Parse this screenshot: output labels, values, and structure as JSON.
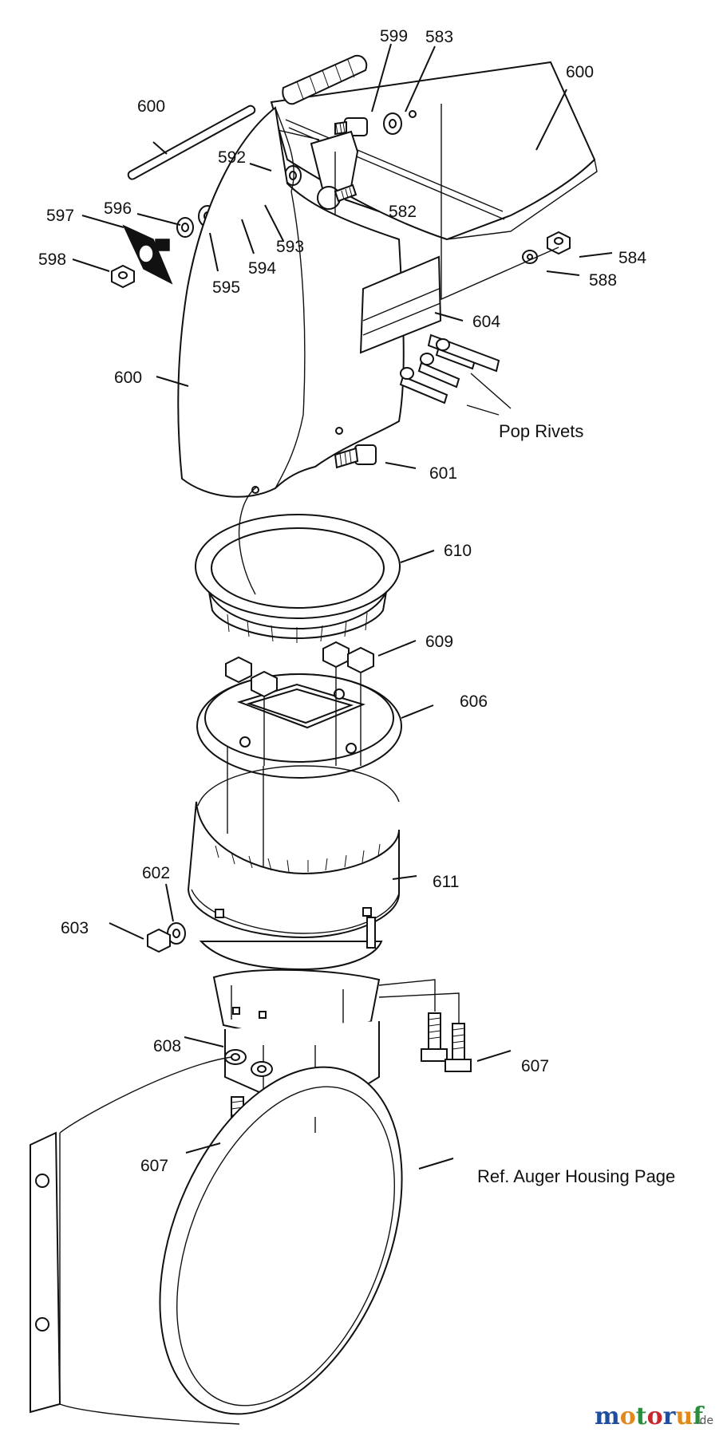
{
  "callouts": {
    "c600_rod": "600",
    "c599": "599",
    "c583": "583",
    "c600_deflector": "600",
    "c592": "592",
    "c596": "596",
    "c597": "597",
    "c598": "598",
    "c582": "582",
    "c593": "593",
    "c594": "594",
    "c595": "595",
    "c584": "584",
    "c588": "588",
    "c604": "604",
    "c600_chute": "600",
    "pop_rivets": "Pop Rivets",
    "c601": "601",
    "c610": "610",
    "c609": "609",
    "c606": "606",
    "c602": "602",
    "c611": "611",
    "c603": "603",
    "c608": "608",
    "c607_right": "607",
    "c607_left": "607",
    "ref_auger": "Ref. Auger Housing Page"
  },
  "watermark": {
    "letters": [
      "m",
      "o",
      "t",
      "o",
      "r",
      "u",
      "f"
    ],
    "letter_colors": [
      "#1f4e9c",
      "#e08a1e",
      "#2a8c3c",
      "#c8282d",
      "#1f4e9c",
      "#e08a1e",
      "#2a8c3c"
    ],
    "suffix": ".de"
  }
}
